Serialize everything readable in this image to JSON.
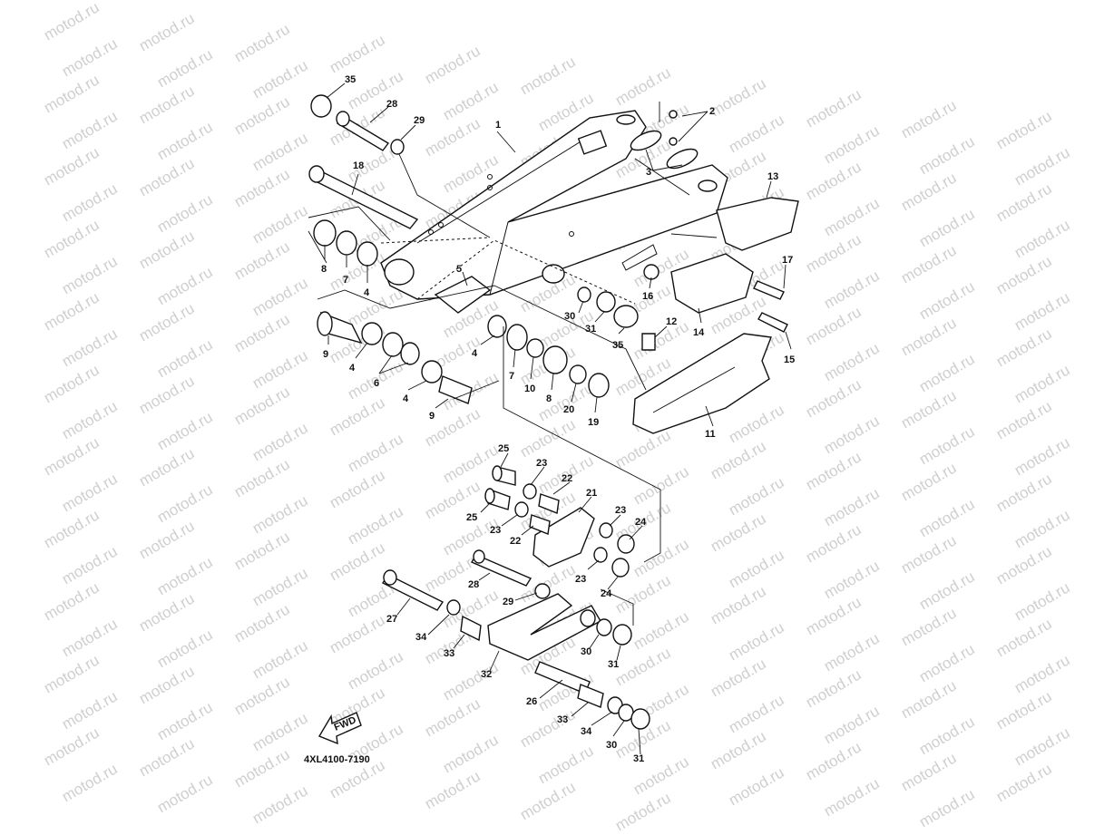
{
  "watermark": "motod.ru",
  "diagram_code": "4XL4100-7190",
  "fwd_label": "FWD",
  "callouts": {
    "c1": "1",
    "c2": "2",
    "c3": "3",
    "c4a": "4",
    "c4b": "4",
    "c4c": "4",
    "c4d": "4",
    "c5": "5",
    "c6": "6",
    "c7a": "7",
    "c7b": "7",
    "c8a": "8",
    "c8b": "8",
    "c9a": "9",
    "c9b": "9",
    "c10": "10",
    "c11": "11",
    "c12": "12",
    "c13": "13",
    "c14": "14",
    "c15": "15",
    "c16": "16",
    "c17": "17",
    "c18": "18",
    "c19": "19",
    "c20": "20",
    "c21": "21",
    "c22a": "22",
    "c22b": "22",
    "c23a": "23",
    "c23b": "23",
    "c23c": "23",
    "c23d": "23",
    "c24a": "24",
    "c24b": "24",
    "c25a": "25",
    "c25b": "25",
    "c26": "26",
    "c27": "27",
    "c28a": "28",
    "c28b": "28",
    "c29a": "29",
    "c29b": "29",
    "c30a": "30",
    "c30b": "30",
    "c30c": "30",
    "c31a": "31",
    "c31b": "31",
    "c31c": "31",
    "c32": "32",
    "c33a": "33",
    "c33b": "33",
    "c34a": "34",
    "c34b": "34",
    "c35a": "35",
    "c35b": "35"
  }
}
